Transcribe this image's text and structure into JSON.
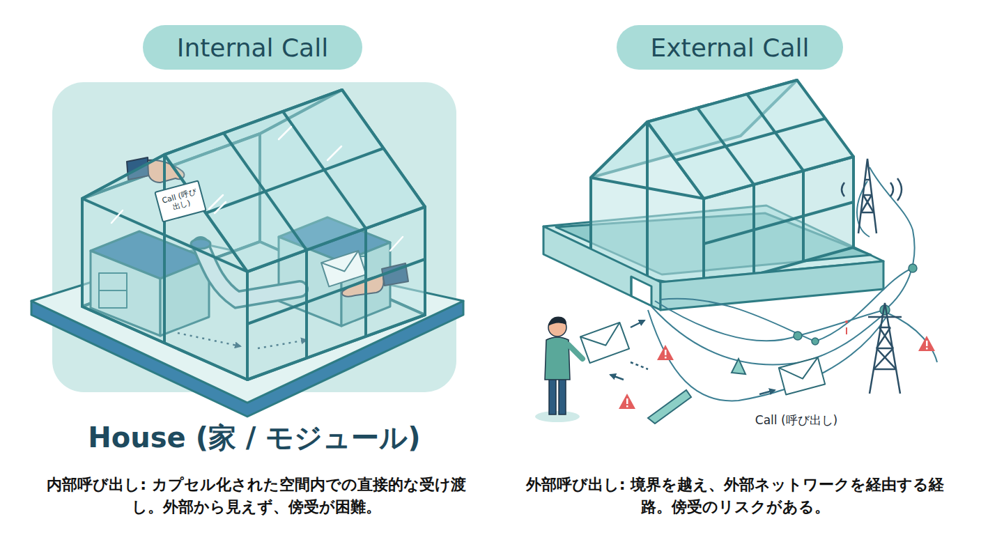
{
  "diagram": {
    "nodes": [
      {
        "text": [
          "Internal Call"
        ]
      },
      {
        "text": [
          "External Call"
        ]
      },
      {
        "text": [
          "Call (呼び出し)"
        ]
      }
    ],
    "labels": [
      "House (家 / モジュール)",
      "内部呼び出し: カプセル化された空間内での直接的な受け渡し。外部から見えず、傍受が困難。",
      "外部呼び出し: 境界を越え、外部ネットワークを経由する経路。傍受のリスクがある。",
      "Call (呼び出し)"
    ]
  }
}
